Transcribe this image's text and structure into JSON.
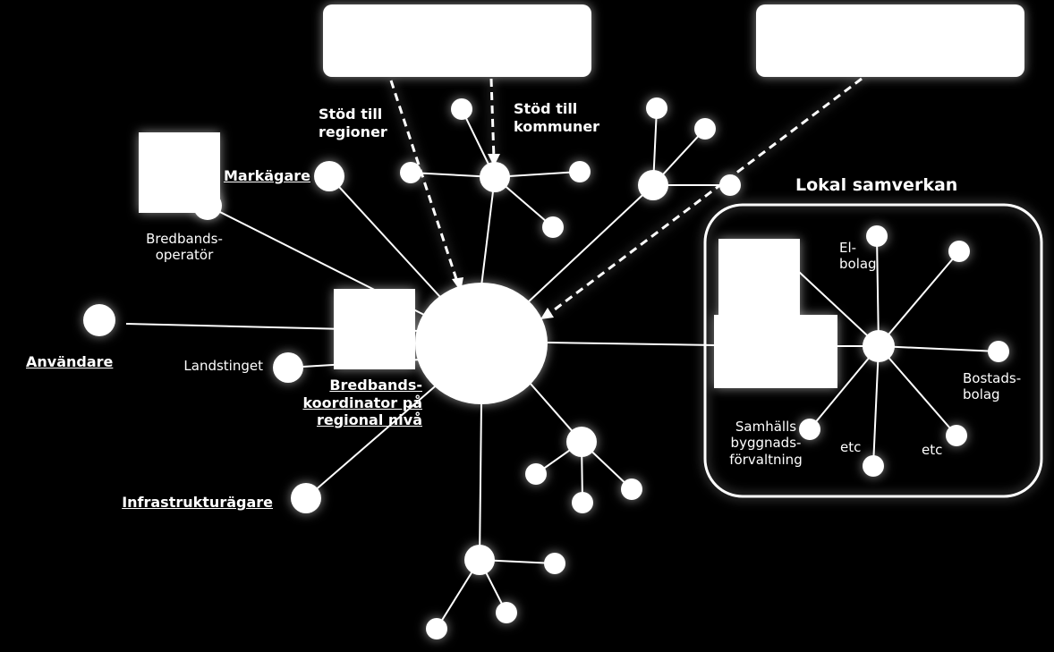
{
  "colors": {
    "background": "#000000",
    "foreground": "#ffffff"
  },
  "labels": {
    "stod_regioner": "Stöd till\nregioner",
    "stod_kommuner": "Stöd till\nkommuner",
    "markagare": "Markägare",
    "bredbandsoperator": "Bredbands-\noperatör",
    "anvandare": "Användare",
    "landstinget": "Landstinget",
    "koordinator": "Bredbands-\nkoordinator på\nregional nivå",
    "infrastrukturagare": "Infrastrukturägare",
    "lokal_samverkan": "Lokal samverkan",
    "el_bolag": "El-\nbolag",
    "bostadsbolag": "Bostads-\nbolag",
    "samhallsbyggnad": "Samhälls\nbyggnads-\nförvaltning",
    "etc_1": "etc",
    "etc_2": "etc"
  }
}
